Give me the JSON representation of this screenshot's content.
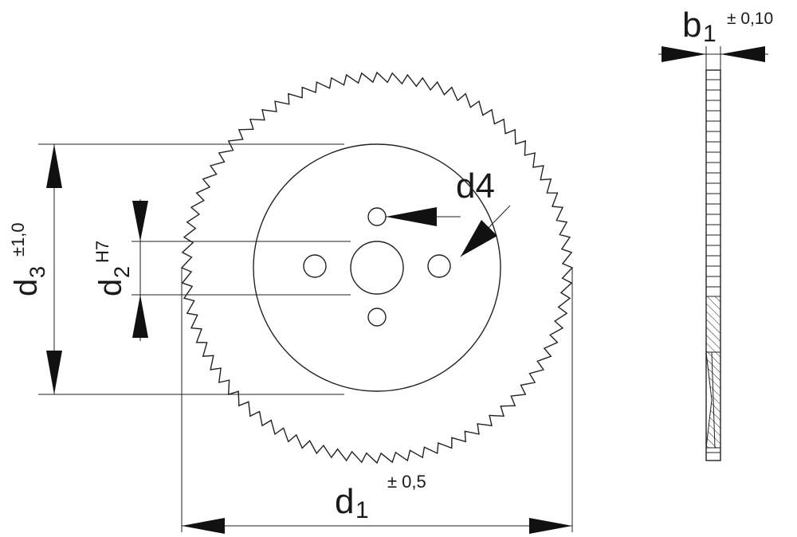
{
  "labels": {
    "d1": {
      "main": "d",
      "sub": "1",
      "tol": "± 0,5"
    },
    "d2": {
      "main": "d",
      "sub": "2",
      "tol": "H7"
    },
    "d3": {
      "main": "d",
      "sub": "3",
      "tol": "±1,0"
    },
    "d4": {
      "main": "d4"
    },
    "b1": {
      "main": "b",
      "sub": "1",
      "tol": "± 0,10"
    }
  },
  "blade": {
    "teeth": 80
  },
  "colors": {
    "ink": "#222222",
    "arrow": "#111111",
    "background": "#ffffff"
  }
}
